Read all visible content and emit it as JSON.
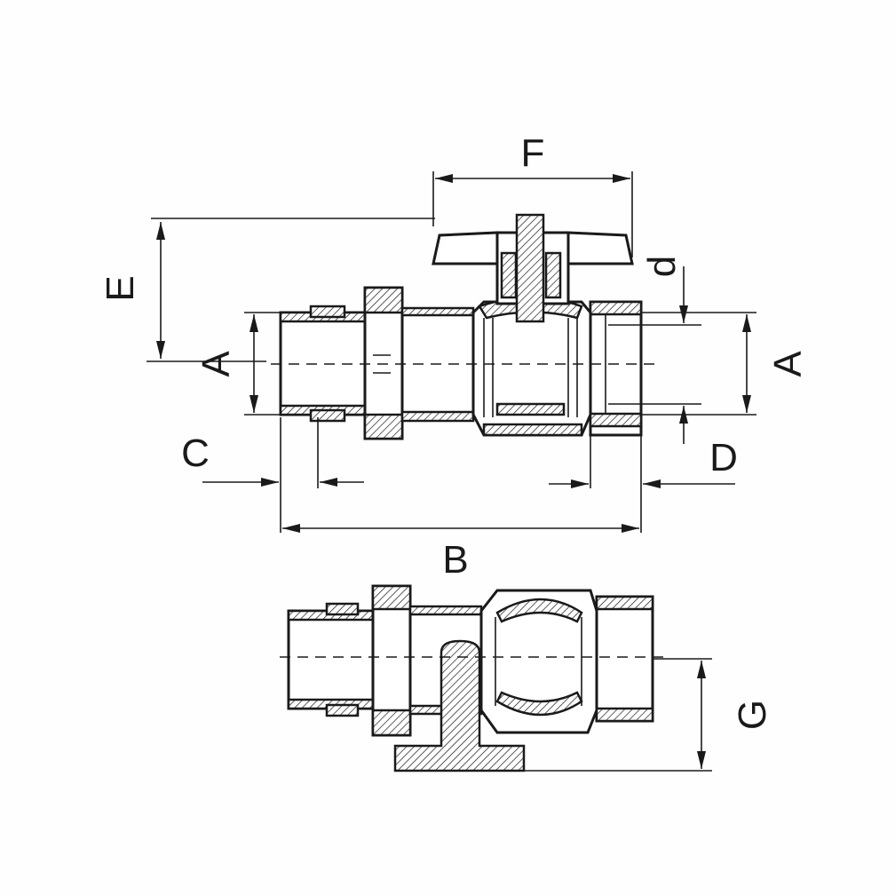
{
  "drawing": {
    "title": "Ball valve with union - dimension drawing",
    "labels": {
      "F": "F",
      "E": "E",
      "d": "d",
      "A_left": "A",
      "A_right": "A",
      "C": "C",
      "D": "D",
      "B": "B",
      "G": "G"
    },
    "colors": {
      "line": "#1a1a1a",
      "background": "#fefefe"
    }
  }
}
